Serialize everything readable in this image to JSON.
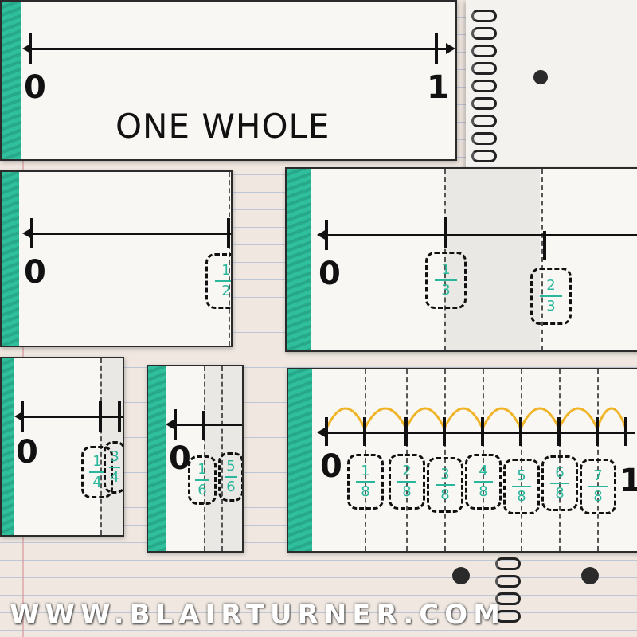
{
  "whole_strip": {
    "label_start": "0",
    "label_end": "1",
    "title": "ONE WHOLE"
  },
  "halves_strip": {
    "label_start": "0",
    "fraction": {
      "num": "1",
      "den": "2"
    }
  },
  "thirds_strip": {
    "label_start": "0",
    "fractions": [
      {
        "num": "1",
        "den": "3"
      },
      {
        "num": "2",
        "den": "3"
      }
    ]
  },
  "fourths_strip": {
    "label_start": "0",
    "fractions": [
      {
        "num": "1",
        "den": "4"
      },
      {
        "num": "3",
        "den": "4"
      }
    ]
  },
  "sixths_strip": {
    "label_start": "0",
    "fractions": [
      {
        "num": "1",
        "den": "6"
      },
      {
        "num": "5",
        "den": "6"
      }
    ]
  },
  "eighths_strip": {
    "label_start": "0",
    "label_end": "1",
    "fractions": [
      {
        "num": "1",
        "den": "8"
      },
      {
        "num": "2",
        "den": "8"
      },
      {
        "num": "3",
        "den": "8"
      },
      {
        "num": "4",
        "den": "8"
      },
      {
        "num": "5",
        "den": "8"
      },
      {
        "num": "6",
        "den": "8"
      },
      {
        "num": "7",
        "den": "8"
      }
    ],
    "hop_color": "#f0b429"
  },
  "watermark": "WWW.BLAIRTURNER.COM",
  "colors": {
    "green_edge": "#2fbf9c",
    "fraction_ink": "#2ab79b",
    "ink": "#111111",
    "paper": "#f8f7f3"
  }
}
